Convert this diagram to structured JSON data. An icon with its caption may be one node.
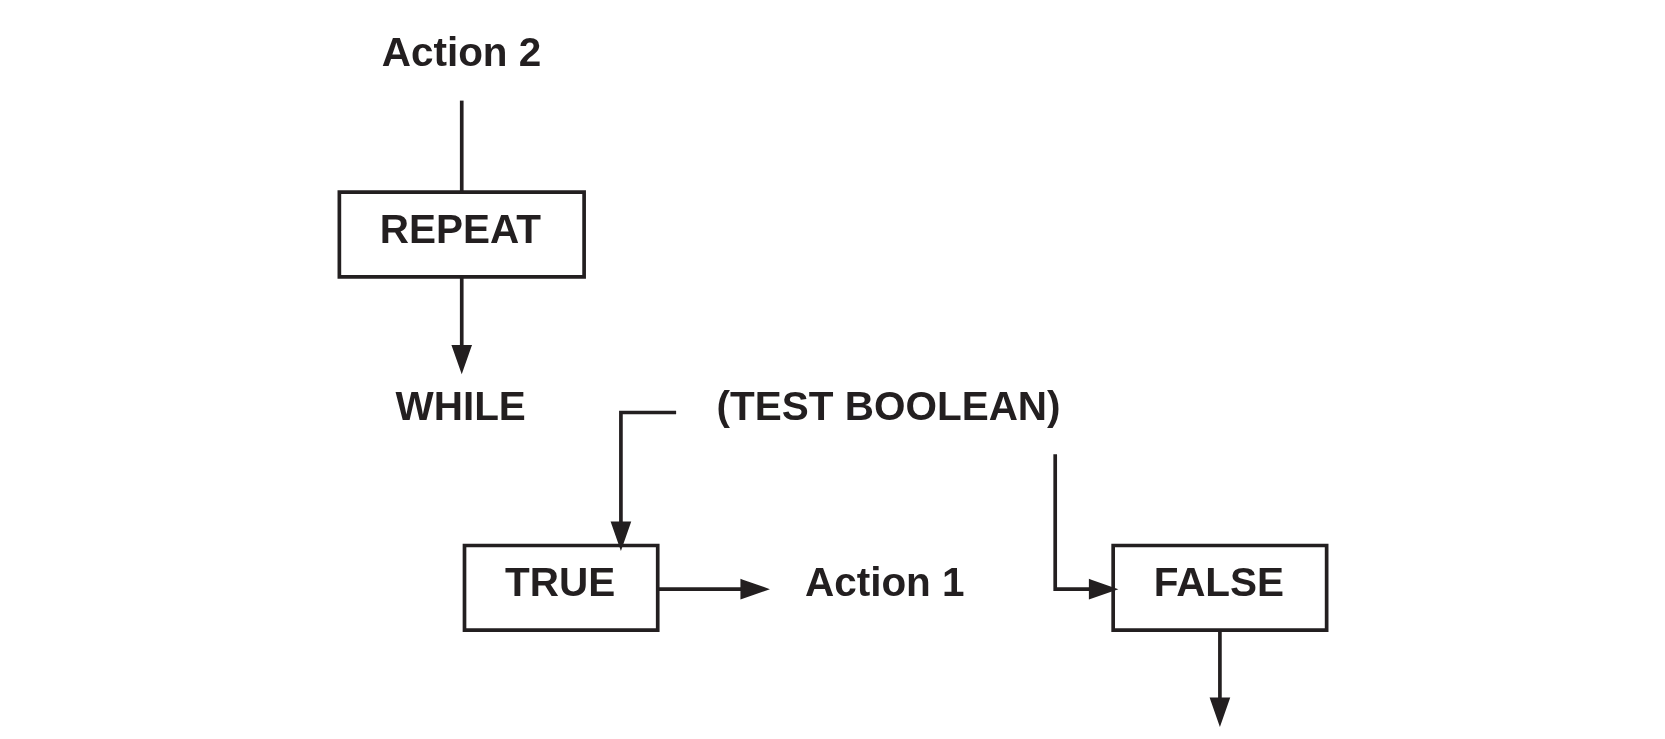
{
  "diagram": {
    "nodes": [
      {
        "text": [
          "WHILE"
        ]
      },
      {
        "text": [
          "(TEST BOOLEAN)"
        ]
      },
      {
        "text": [
          "TRUE"
        ]
      },
      {
        "text": [
          "FALSE"
        ]
      },
      {
        "text": [
          "Action 1"
        ]
      },
      {
        "text": [
          "Action 2"
        ]
      },
      {
        "text": [
          "REPEAT"
        ]
      }
    ],
    "edges": [
      {
        "from": 1,
        "to": 2,
        "arrow": "to"
      },
      {
        "from": 1,
        "to": 3,
        "arrow": "to"
      },
      {
        "from": 2,
        "to": 4,
        "arrow": "to"
      },
      {
        "from": 5,
        "to": 6,
        "arrow": "none"
      },
      {
        "from": 6,
        "to": 0,
        "arrow": "to"
      },
      {
        "from": 3,
        "to": null,
        "arrow": "to"
      }
    ]
  }
}
